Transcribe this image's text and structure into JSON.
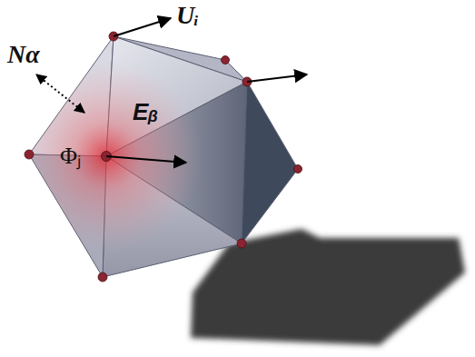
{
  "diagram": {
    "labels": [
      "Uᵢ",
      "Nα",
      "Eᵦ",
      "Φⱼ"
    ]
  }
}
